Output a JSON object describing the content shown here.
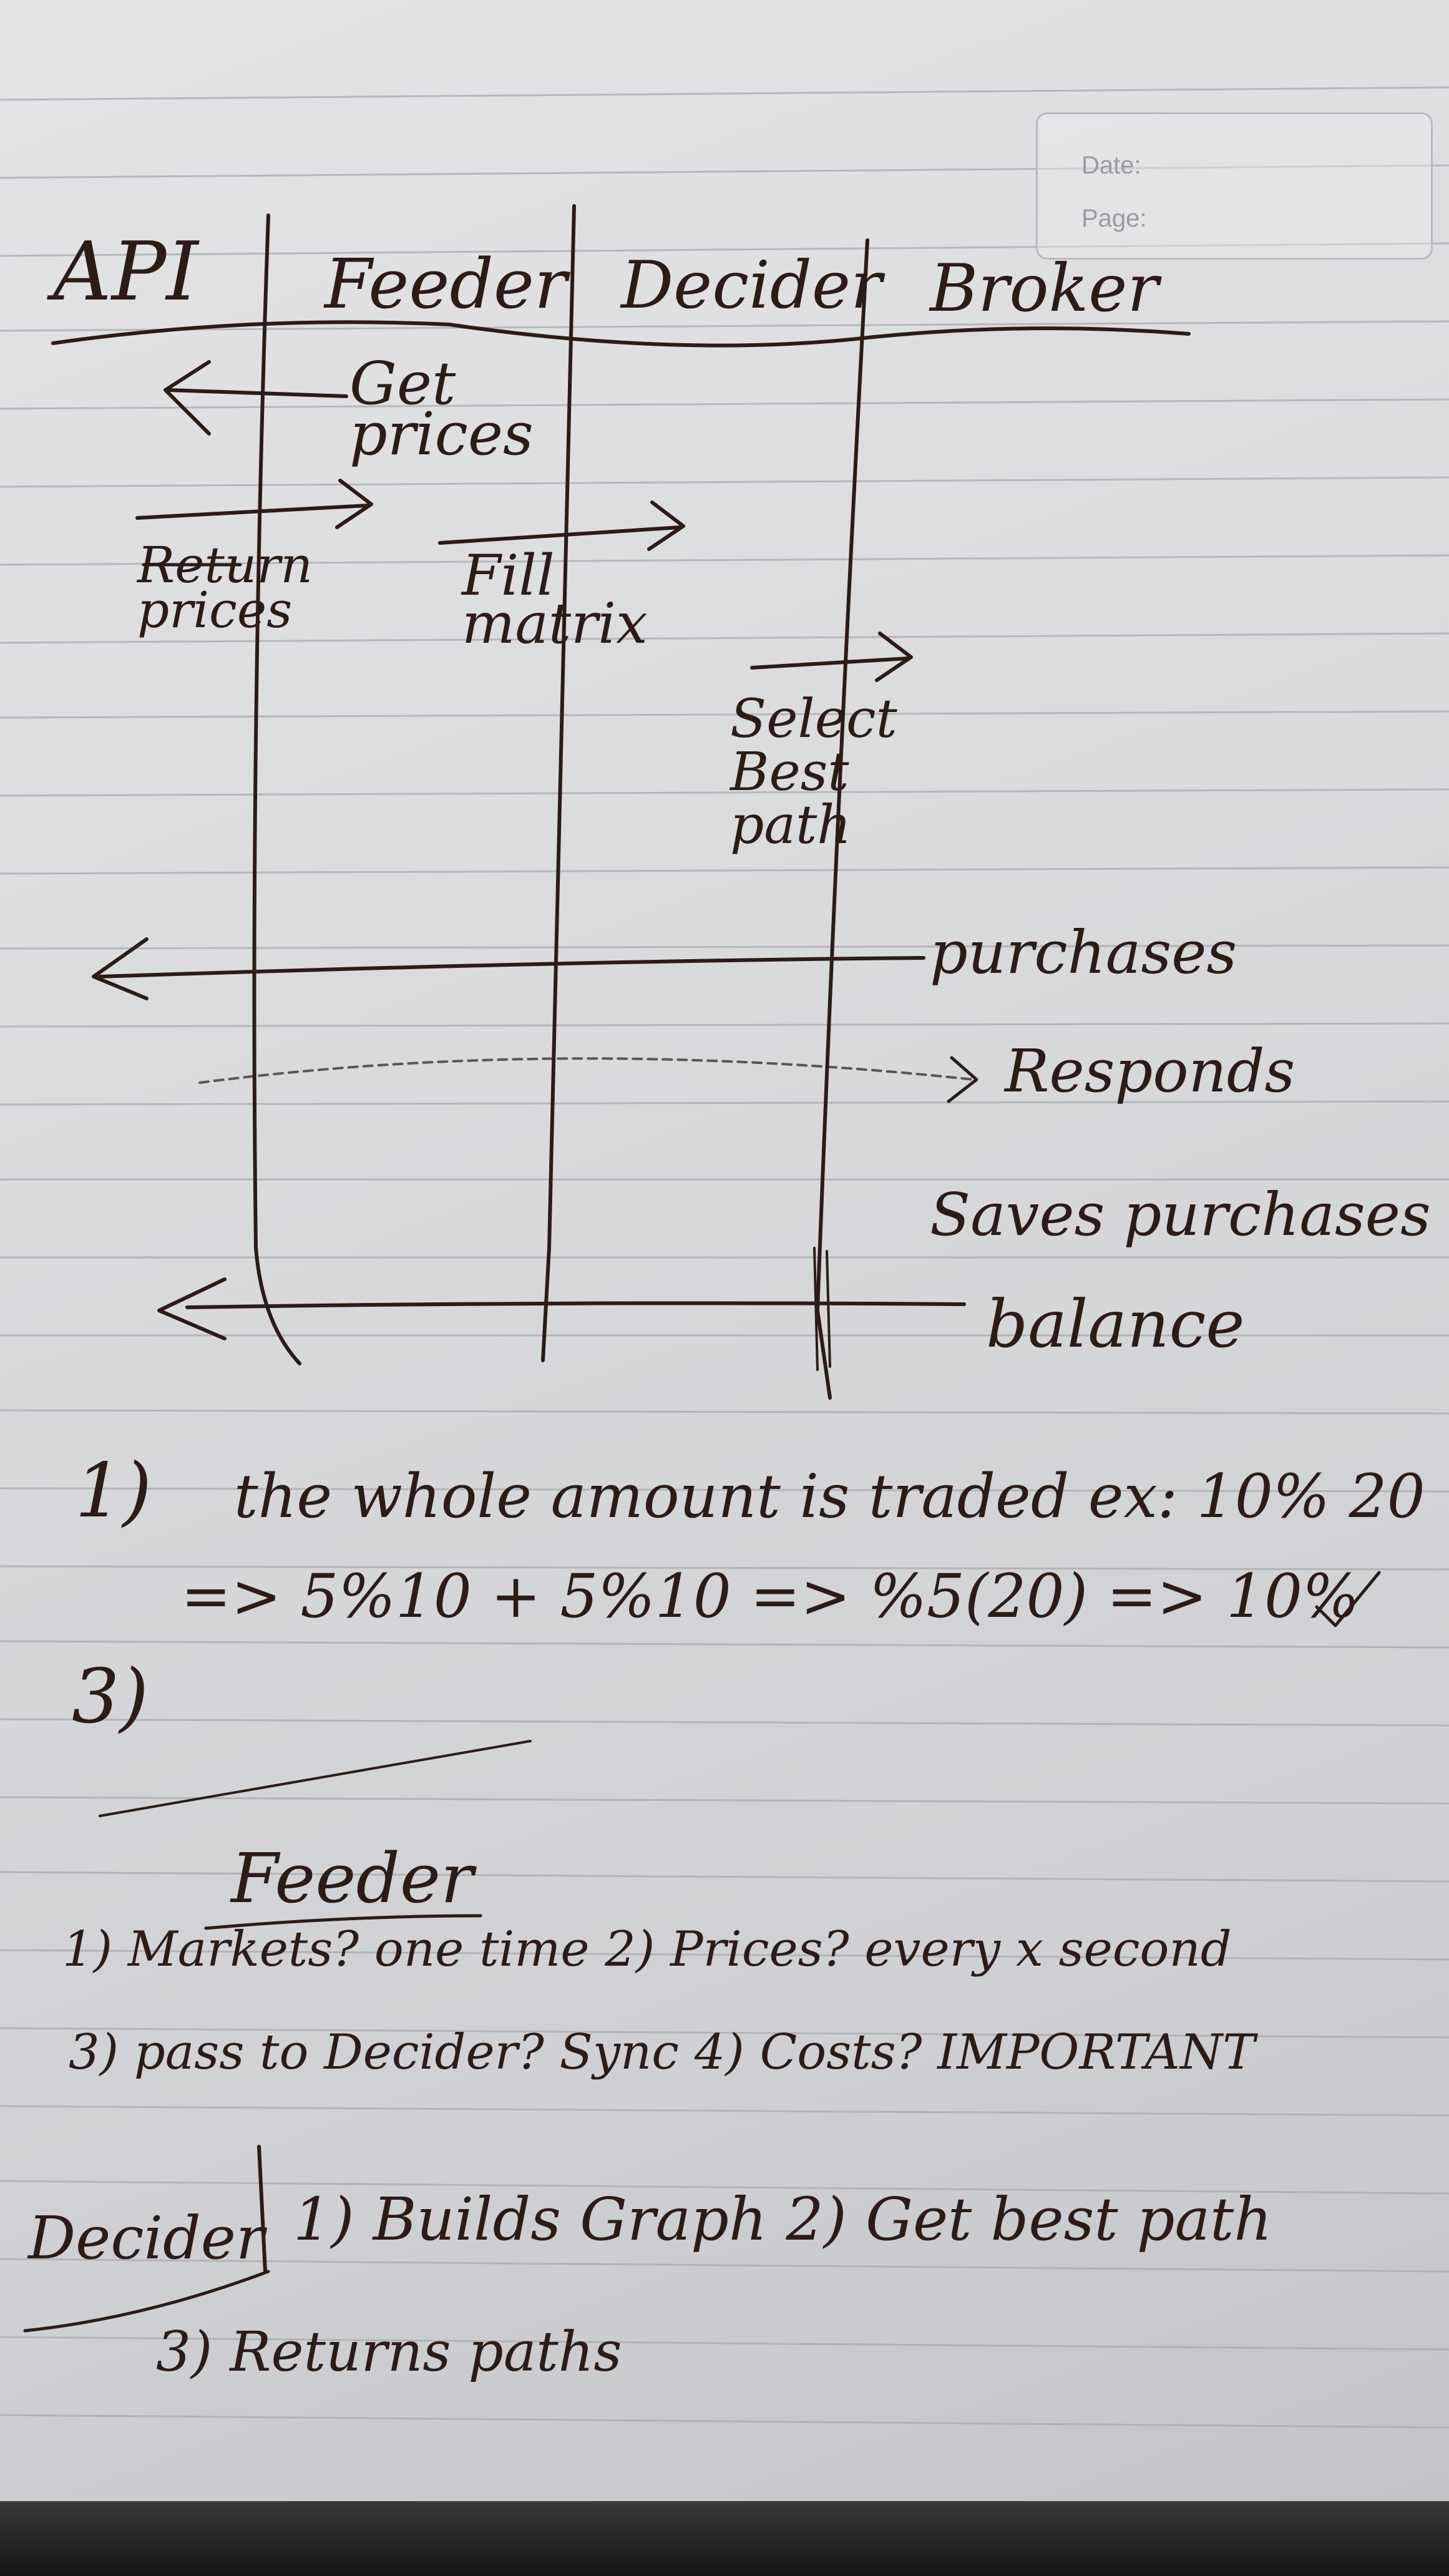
{
  "notebook": {
    "header_fields": {
      "date_label": "Date:",
      "page_label": "Page:"
    }
  },
  "diagram": {
    "columns": [
      "API",
      "Feeder",
      "Decider",
      "Broker"
    ],
    "steps": [
      {
        "label": "Get prices"
      },
      {
        "label": "Return prices",
        "strikethrough": "Return"
      },
      {
        "label": "Fill matrix"
      },
      {
        "label": "Select Best path"
      },
      {
        "label": "purchases"
      },
      {
        "label": "Responds"
      },
      {
        "label": "Saves purchases"
      },
      {
        "label": "balance"
      }
    ]
  },
  "notes": {
    "line1_num": "1)",
    "line1": "the whole amount is traded ex: 10% 20",
    "line2": "=> 5%10 + 5%10 => %5(20) => 10%",
    "line3_num": "3)"
  },
  "feeder_section": {
    "title": "Feeder",
    "line1": "1) Markets? one time   2) Prices? every x second",
    "line2": "3) pass to Decider? Sync   4) Costs? IMPORTANT"
  },
  "decider_section": {
    "title": "Decider",
    "line1": "1) Builds Graph   2) Get best path",
    "line2": "3) Returns paths"
  }
}
